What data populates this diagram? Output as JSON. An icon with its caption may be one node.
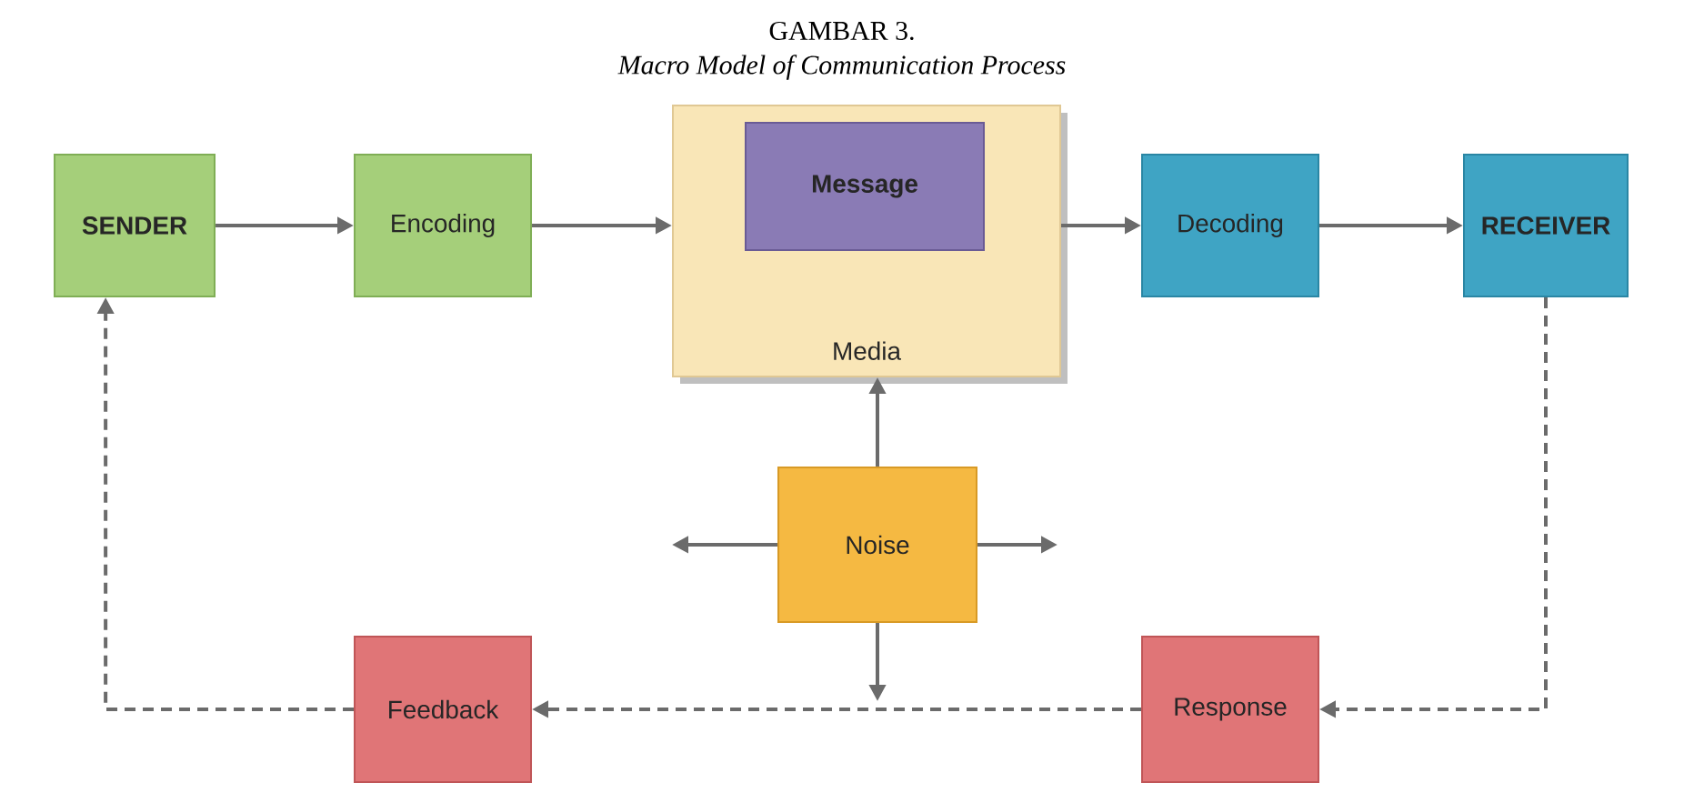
{
  "diagram": {
    "title": "GAMBAR 3.",
    "caption": "Macro Model of Communication Process",
    "nodes": [
      {
        "text": [
          "SENDER"
        ]
      },
      {
        "text": [
          "Encoding"
        ]
      },
      {
        "text": [
          "Media"
        ]
      },
      {
        "text": [
          "Message"
        ],
        "in": 2
      },
      {
        "text": [
          "Decoding"
        ]
      },
      {
        "text": [
          "RECEIVER"
        ]
      },
      {
        "text": [
          "Noise"
        ]
      },
      {
        "text": [
          "Feedback"
        ]
      },
      {
        "text": [
          "Response"
        ]
      }
    ],
    "edges": [
      {
        "from": 0,
        "to": 1,
        "arrow": "to"
      },
      {
        "from": 1,
        "to": 2,
        "arrow": "to"
      },
      {
        "from": 2,
        "to": 4,
        "arrow": "to"
      },
      {
        "from": 4,
        "to": 5,
        "arrow": "to"
      },
      {
        "from": 6,
        "to": 2,
        "arrow": "to"
      },
      {
        "from": 6,
        "to": null,
        "arrow": "to"
      },
      {
        "from": 6,
        "to": null,
        "arrow": "to"
      },
      {
        "from": 6,
        "to": null,
        "arrow": "to"
      },
      {
        "from": 5,
        "to": 8,
        "arrow": "to",
        "style": "dashed"
      },
      {
        "from": 8,
        "to": 7,
        "arrow": "to",
        "style": "dashed"
      },
      {
        "from": 7,
        "to": 0,
        "arrow": "to",
        "style": "dashed"
      }
    ]
  }
}
